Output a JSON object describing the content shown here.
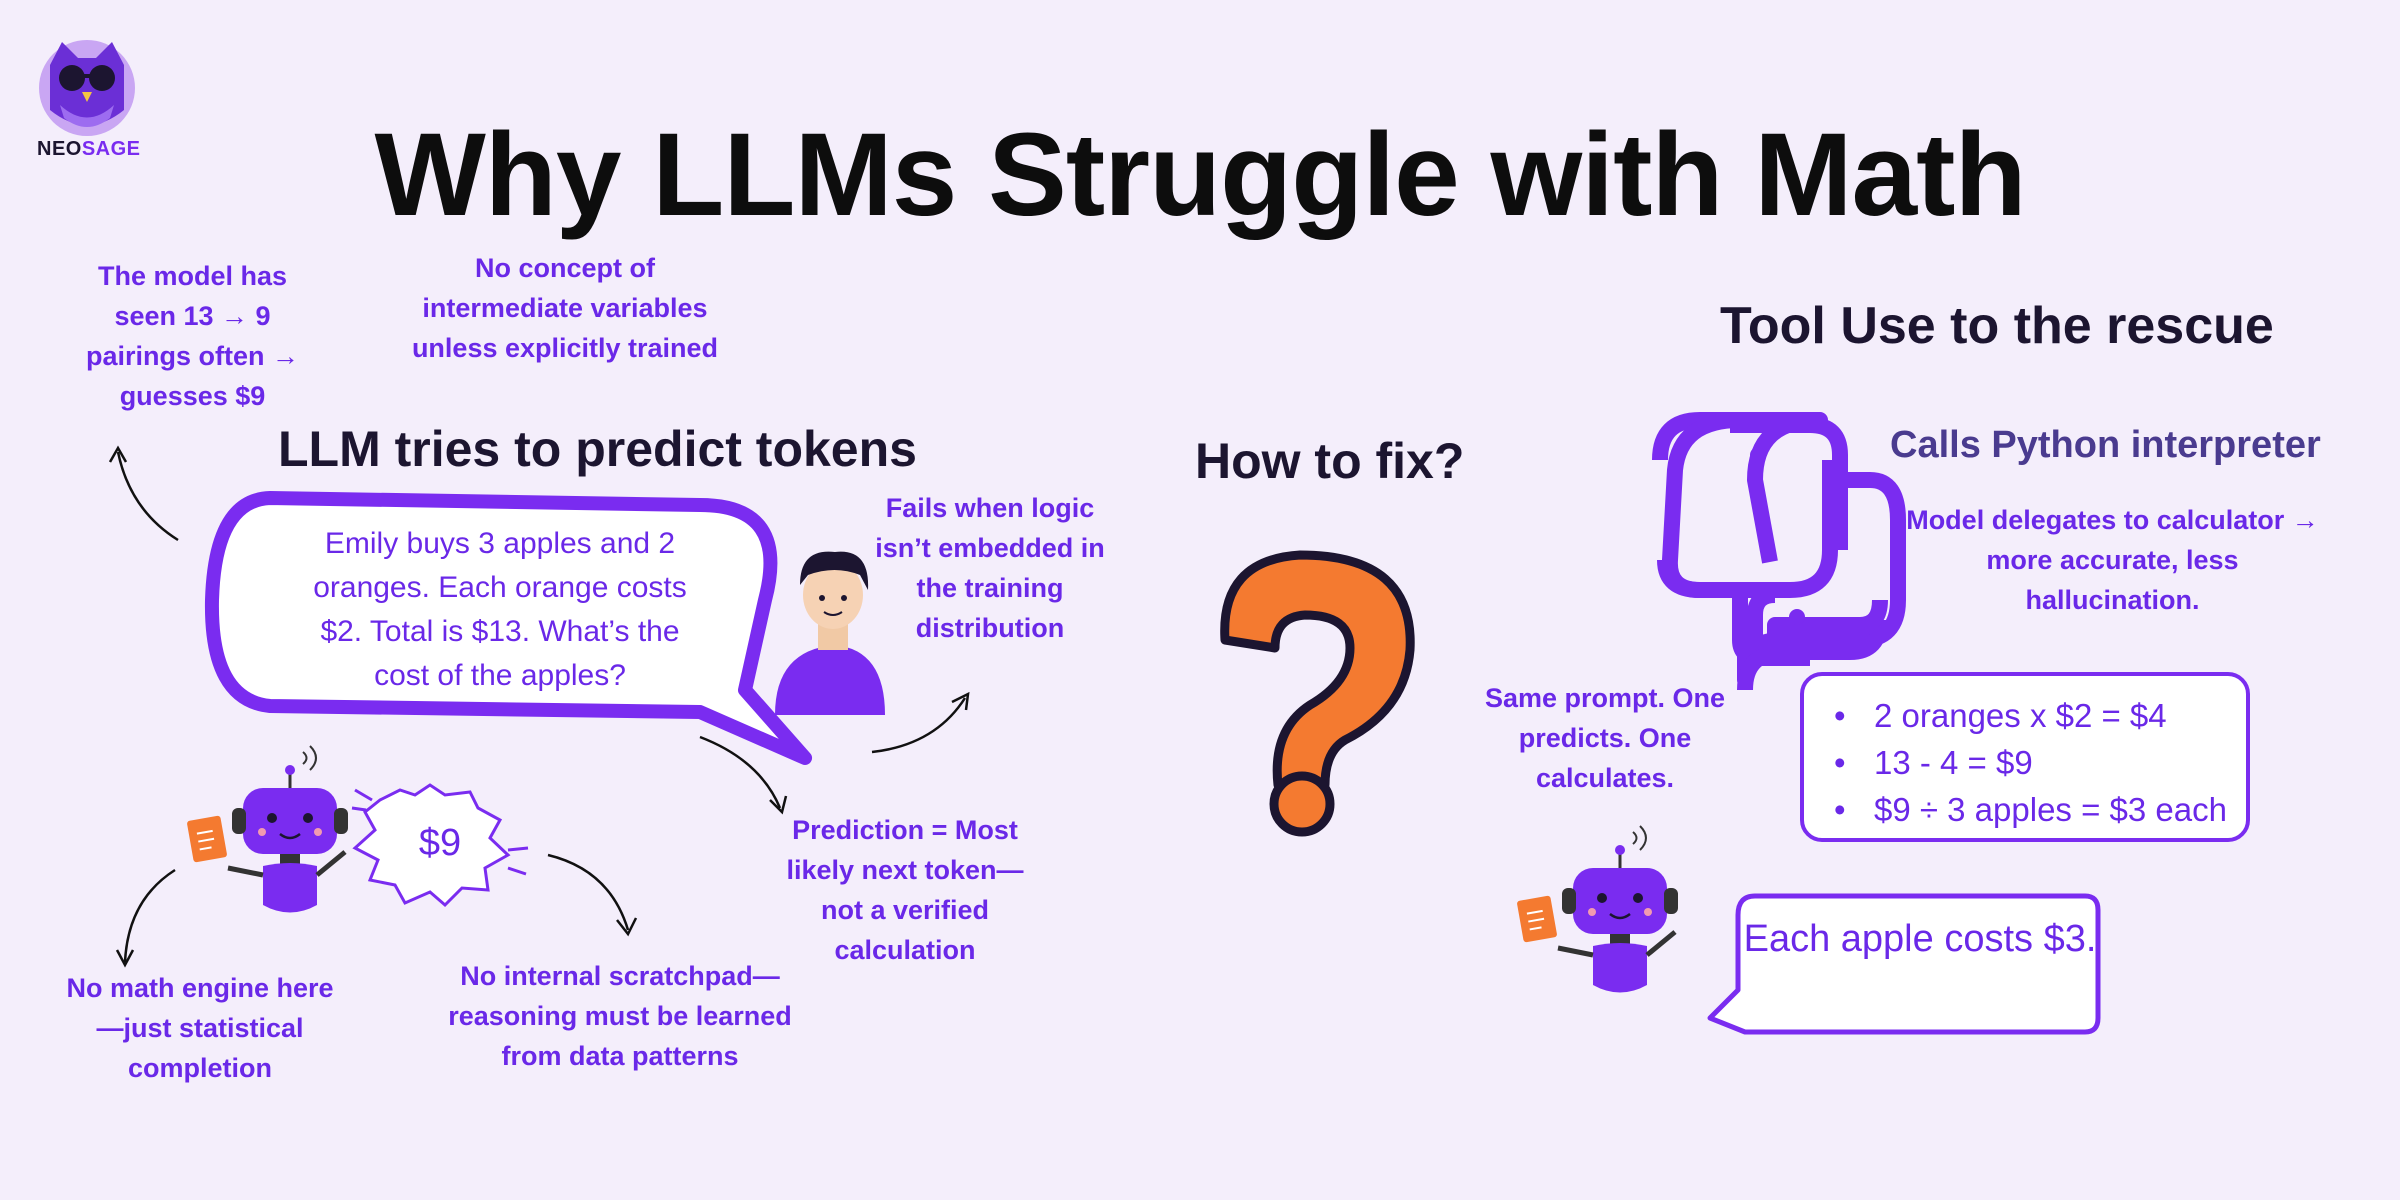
{
  "logo": {
    "part1": "NEO",
    "part2": "SAGE"
  },
  "title": "Why LLMs Struggle with Math",
  "left": {
    "heading": "LLM tries to predict tokens",
    "prompt": "Emily buys 3 apples and 2 oranges. Each orange costs $2. Total is $13. What’s the cost of the apples?",
    "guess": "$9",
    "notes": {
      "seen_pairings": "The model has seen 13 → 9 pairings often → guesses $9",
      "no_variables": "No concept of intermediate variables unless explicitly trained",
      "fails_logic": "Fails when logic isn’t embedded in the training distribution",
      "prediction": "Prediction = Most likely next token—not a verified calculation",
      "no_math_engine": "No math engine here—just statistical completion",
      "no_scratchpad": "No internal scratchpad—reasoning must be learned from data patterns"
    }
  },
  "middle": {
    "heading": "How to fix?"
  },
  "right": {
    "heading": "Tool Use to the rescue",
    "python_label": "Calls Python interpreter",
    "delegate_note": "Model delegates to calculator → more accurate, less hallucination.",
    "same_prompt_note": "Same prompt. One predicts. One calculates.",
    "steps": [
      "2 oranges x $2 = $4",
      "13 - 4 = $9",
      "$9 ÷ 3 apples = $3 each"
    ],
    "answer": "Each apple costs $3."
  },
  "colors": {
    "accent": "#7a2cf0",
    "question_mark": "#f47a30",
    "background": "#f4eefb"
  }
}
